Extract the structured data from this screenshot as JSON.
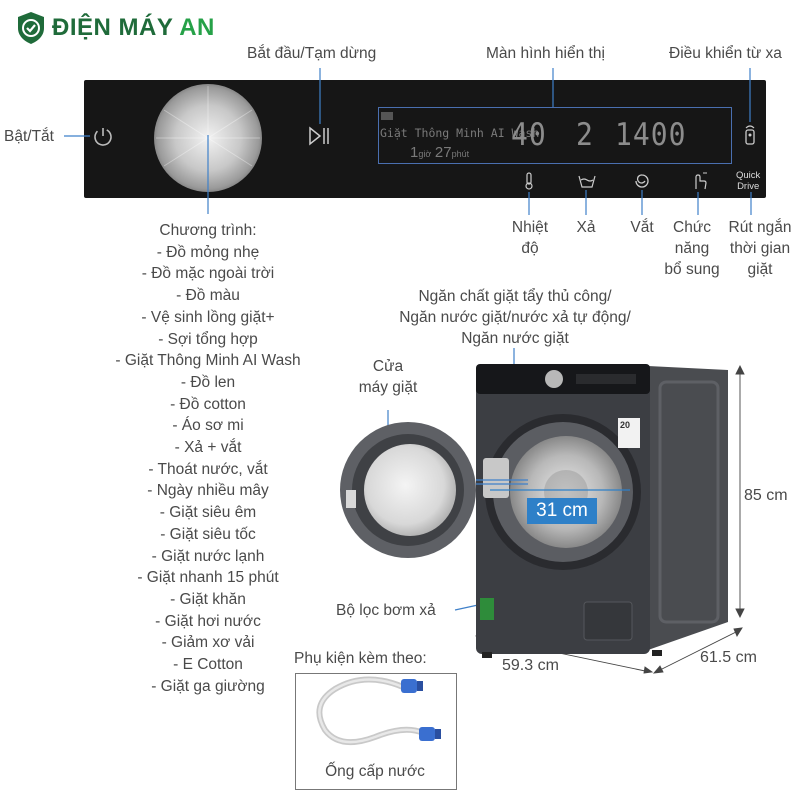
{
  "brand": {
    "name_main": "ĐIỆN MÁY ",
    "name_accent": "AN",
    "logo_icon": "shield-check-icon",
    "primary_color": "#1f6b3a",
    "accent_color": "#26a148"
  },
  "callouts": {
    "start_pause": "Bắt đầu/Tạm dừng",
    "display": "Màn hình hiển thị",
    "remote": "Điều khiển từ xa",
    "power": "Bật/Tắt",
    "temperature": [
      "Nhiệt",
      "độ"
    ],
    "rinse": "Xả",
    "spin": "Vắt",
    "extra_function": [
      "Chức",
      "năng",
      "bổ sung"
    ],
    "quick_drive": [
      "Rút ngắn",
      "thời gian",
      "giặt"
    ],
    "detergent_drawer": [
      "Ngăn chất giặt tẩy thủ công/",
      "Ngăn nước giặt/nước xả tự động/",
      "Ngăn nước giặt"
    ],
    "door": [
      "Cửa",
      "máy giặt"
    ],
    "drain_filter": "Bộ lọc bơm xả"
  },
  "panel": {
    "mode_text": "Giặt Thông Minh AI Wash",
    "time_hours": "1",
    "time_hours_unit": "giờ",
    "time_minutes": "27",
    "time_minutes_unit": "phút",
    "temp_value": "40",
    "rinse_value": "2",
    "spin_value": "1400",
    "quick_drive_label_1": "Quick",
    "quick_drive_label_2": "Drive"
  },
  "program_list": {
    "title": "Chương trình:",
    "items": [
      "- Đồ mỏng nhẹ",
      "- Đồ mặc ngoài trời",
      "- Đồ màu",
      "- Vệ sinh lồng giặt+",
      "- Sợi tổng hợp",
      "- Giặt Thông Minh AI Wash",
      "- Đồ len",
      "- Đồ cotton",
      "- Áo sơ mi",
      "- Xả + vắt",
      "- Thoát nước, vắt",
      "- Ngày nhiều mây",
      "- Giặt siêu êm",
      "- Giặt siêu tốc",
      "- Giặt nước lạnh",
      "- Giặt nhanh 15 phút",
      "- Giặt khăn",
      "- Giặt hơi nước",
      "- Giảm xơ vải",
      "- E Cotton",
      "- Giặt ga giường"
    ]
  },
  "dimensions": {
    "height": "85 cm",
    "width": "59.3 cm",
    "depth": "61.5 cm",
    "drum_diameter": "31 cm"
  },
  "machine": {
    "badge_text": "20"
  },
  "accessory": {
    "title": "Phụ kiện kèm theo:",
    "item": "Ống cấp nước"
  }
}
